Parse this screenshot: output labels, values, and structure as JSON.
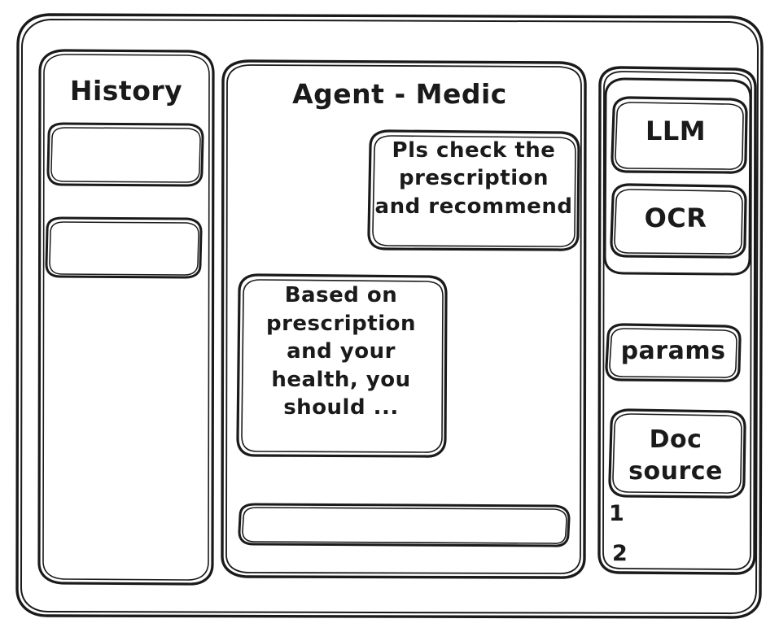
{
  "meta": {
    "style": "hand-drawn wireframe sketch",
    "stroke_color": "#1a1a1a",
    "background_color": "#ffffff"
  },
  "window": {
    "name": "app-window"
  },
  "sidebar_left": {
    "title": "History",
    "items": [
      {
        "label": "",
        "name": "history-item-1"
      },
      {
        "label": "",
        "name": "history-item-2"
      }
    ]
  },
  "main": {
    "title": "Agent - Medic",
    "messages": [
      {
        "role": "user",
        "text": "Pls check the\nprescription\nand recommend"
      },
      {
        "role": "assistant",
        "text": "Based on\nprescription\nand your\nhealth, you\nshould ..."
      }
    ],
    "composer": {
      "value": "",
      "placeholder": ""
    }
  },
  "sidebar_right": {
    "tools": [
      {
        "label": "LLM"
      },
      {
        "label": "OCR"
      }
    ],
    "params": {
      "label": "params"
    },
    "doc_source": {
      "label": "Doc\nsource",
      "sources": [
        {
          "label": "1"
        },
        {
          "label": "2"
        }
      ]
    }
  }
}
